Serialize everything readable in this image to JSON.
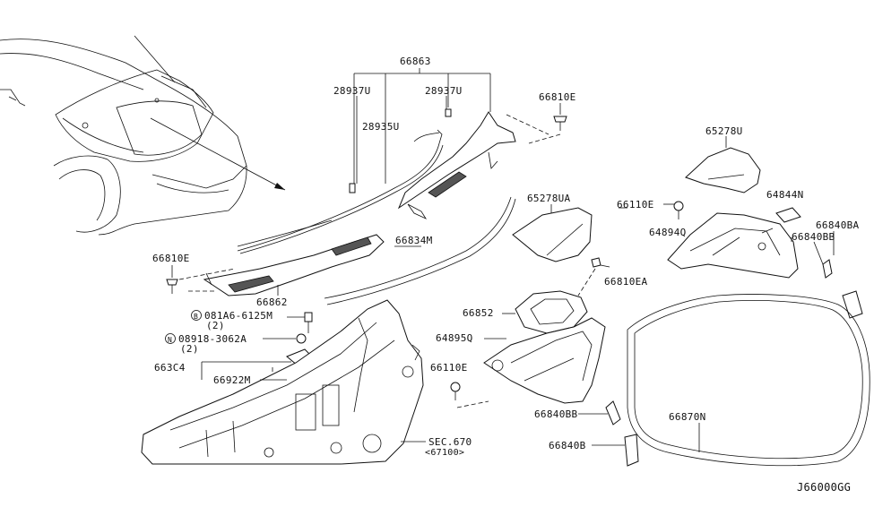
{
  "diagram_code": "J66000GG",
  "labels": {
    "p66863": "66863",
    "p28937U_a": "28937U",
    "p28937U_b": "28937U",
    "p28935U": "28935U",
    "p66810E_top": "66810E",
    "p65278U": "65278U",
    "p65278UA": "65278UA",
    "p66110E_right": "66110E",
    "p64844N": "64844N",
    "p66840BA": "66840BA",
    "p64894Q": "64894Q",
    "p66840BB_right": "66840BB",
    "p66834M": "66834M",
    "p66810E_left": "66810E",
    "p66862": "66862",
    "p66810EA": "66810EA",
    "bolt": "081A6-6125M",
    "bolt_qty": "(2)",
    "nut": "08918-3062A",
    "nut_qty": "(2)",
    "bolt_circle": "B",
    "nut_circle": "N",
    "p66852": "66852",
    "p663C4": "663C4",
    "p66922M": "66922M",
    "p64895Q": "64895Q",
    "p66110E_mid": "66110E",
    "p66840BB_low": "66840BB",
    "p66840B": "66840B",
    "p66870N": "66870N",
    "sec": "SEC.670",
    "sec_ref": "<67100>"
  }
}
